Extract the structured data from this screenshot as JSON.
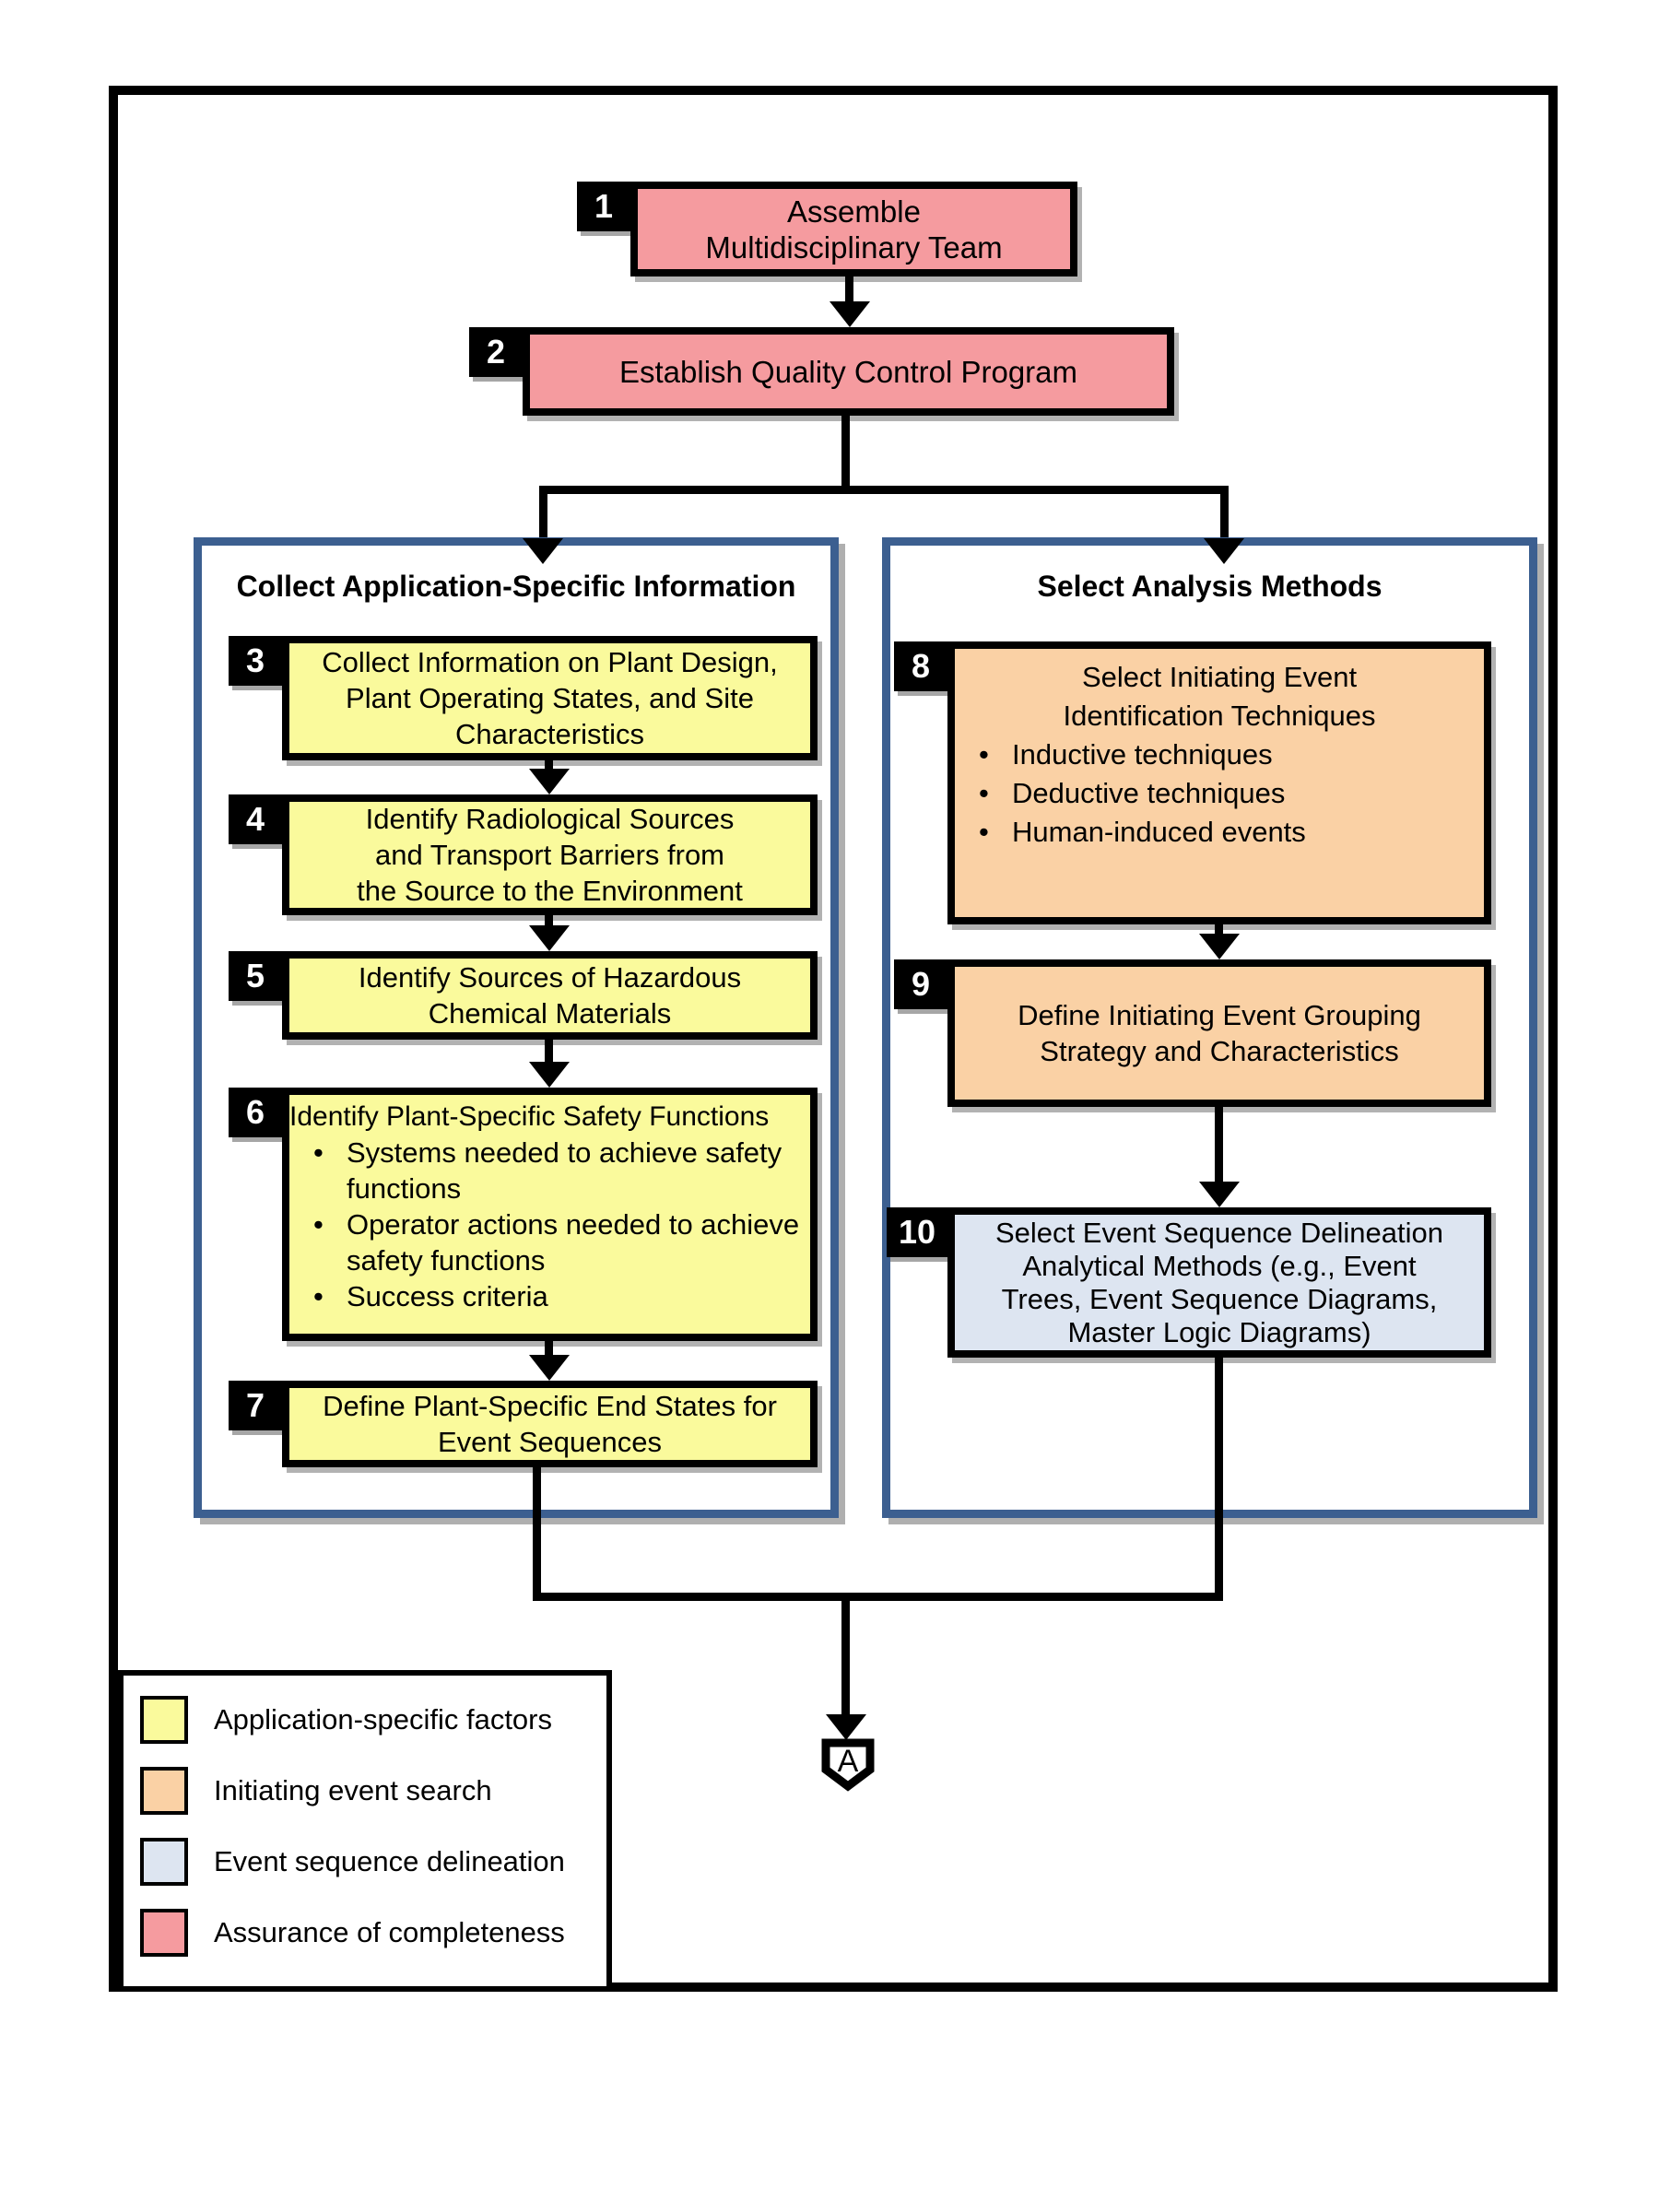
{
  "colors": {
    "application_specific": "#FAFA9C",
    "initiating_event": "#FAD1A5",
    "event_sequence": "#DDE5F1",
    "assurance": "#F59B9F",
    "panel_border": "#3C5F90"
  },
  "flow": {
    "box1": {
      "number": "1",
      "lines": [
        "Assemble",
        "Multidisciplinary Team"
      ]
    },
    "box2": {
      "number": "2",
      "label": "Establish Quality Control Program"
    },
    "left_panel": {
      "title": "Collect Application-Specific Information",
      "box3": {
        "number": "3",
        "lines": [
          "Collect Information on Plant Design,",
          "Plant Operating States, and Site",
          "Characteristics"
        ]
      },
      "box4": {
        "number": "4",
        "lines": [
          "Identify Radiological Sources",
          "and Transport Barriers from",
          "the Source to the Environment"
        ]
      },
      "box5": {
        "number": "5",
        "lines": [
          "Identify Sources of Hazardous",
          "Chemical Materials"
        ]
      },
      "box6": {
        "number": "6",
        "title": "Identify Plant-Specific Safety Functions",
        "bullets": [
          "Systems needed to achieve safety functions",
          "Operator actions needed to achieve safety functions",
          "Success criteria"
        ]
      },
      "box7": {
        "number": "7",
        "lines": [
          "Define Plant-Specific End States for",
          "Event Sequences"
        ]
      }
    },
    "right_panel": {
      "title": "Select Analysis Methods",
      "box8": {
        "number": "8",
        "title_lines": [
          "Select Initiating Event",
          "Identification Techniques"
        ],
        "bullets": [
          "Inductive techniques",
          "Deductive techniques",
          "Human-induced events"
        ]
      },
      "box9": {
        "number": "9",
        "lines": [
          "Define Initiating Event Grouping",
          "Strategy and Characteristics"
        ]
      },
      "box10": {
        "number": "10",
        "lines": [
          "Select Event Sequence Delineation",
          "Analytical Methods (e.g., Event",
          "Trees, Event Sequence Diagrams,",
          "Master Logic Diagrams)"
        ]
      }
    },
    "connector": {
      "label": "A"
    }
  },
  "legend": {
    "items": [
      {
        "label": "Application-specific factors",
        "color_key": "application_specific"
      },
      {
        "label": "Initiating event search",
        "color_key": "initiating_event"
      },
      {
        "label": "Event sequence delineation",
        "color_key": "event_sequence"
      },
      {
        "label": "Assurance of completeness",
        "color_key": "assurance"
      }
    ]
  }
}
